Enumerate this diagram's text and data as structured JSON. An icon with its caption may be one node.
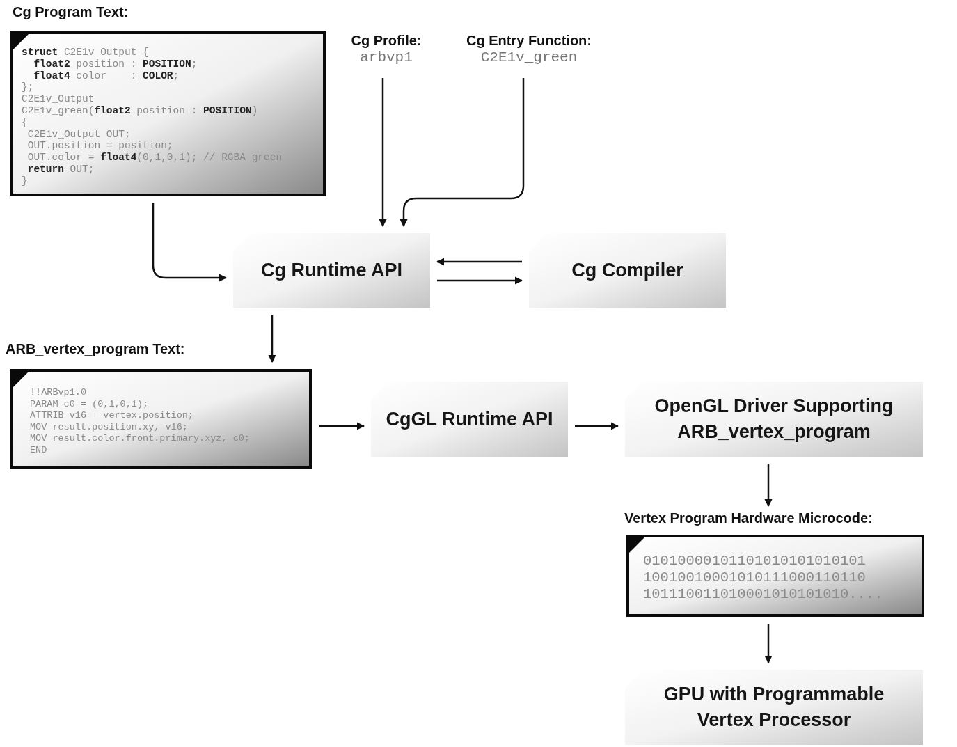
{
  "diagram": {
    "nodes": [
      {
        "text": [
          "Cg Program Text:",
          "**struct** C2E1v_Output {",
          "  **float2** position : **POSITION**;",
          "  **float4** color    : **COLOR**;",
          "};",
          "C2E1v_Output",
          "C2E1v_green(**float2** position : **POSITION**)",
          "{",
          " C2E1v_Output OUT;",
          " OUT.position = position;",
          " OUT.color = **float4**(0,1,0,1); // RGBA green",
          " **return** OUT;",
          "}"
        ]
      },
      {
        "text": [
          "Cg Profile:",
          "arbvp1"
        ]
      },
      {
        "text": [
          "Cg Entry Function:",
          "C2E1v_green"
        ]
      },
      {
        "text": [
          "Cg Runtime API"
        ]
      },
      {
        "text": [
          "Cg Compiler"
        ]
      },
      {
        "text": [
          "ARB_vertex_program Text:",
          "!!ARBvp1.0",
          "PARAM c0 = (0,1,0,1);",
          "ATTRIB v16 = vertex.position;",
          "MOV result.position.xy, v16;",
          "MOV result.color.front.primary.xyz, c0;",
          "END"
        ]
      },
      {
        "text": [
          "CgGL Runtime API"
        ]
      },
      {
        "text": [
          "OpenGL Driver Supporting ARB_vertex_program"
        ]
      },
      {
        "text": [
          "Vertex Program Hardware Microcode:",
          "01010000101101010101010101",
          "10010010001010111000110110",
          "101110011010001010101010...."
        ]
      },
      {
        "text": [
          "GPU with Programmable Vertex Processor"
        ]
      }
    ],
    "edges": [
      {
        "from": 0,
        "to": 3,
        "arrow": "to"
      },
      {
        "from": 1,
        "to": 3,
        "arrow": "to"
      },
      {
        "from": 2,
        "to": 3,
        "arrow": "to"
      },
      {
        "from": 4,
        "to": 3,
        "arrow": "to"
      },
      {
        "from": 3,
        "to": 4,
        "arrow": "to"
      },
      {
        "from": 3,
        "to": 5,
        "arrow": "to"
      },
      {
        "from": 5,
        "to": 6,
        "arrow": "to"
      },
      {
        "from": 6,
        "to": 7,
        "arrow": "to"
      },
      {
        "from": 7,
        "to": 8,
        "arrow": "to"
      },
      {
        "from": 8,
        "to": 9,
        "arrow": "to"
      }
    ]
  }
}
